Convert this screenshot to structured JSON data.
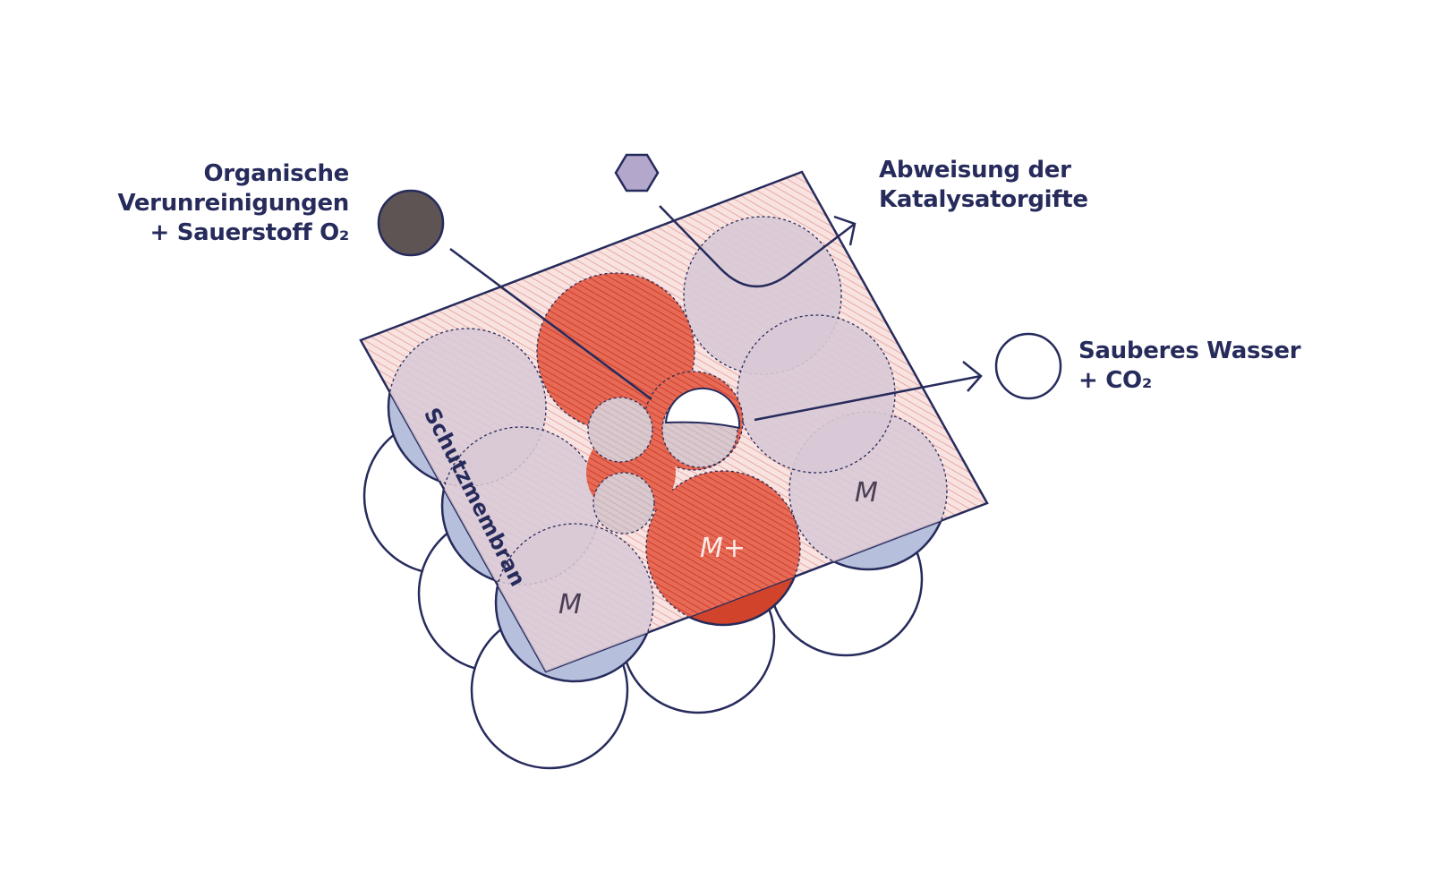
{
  "labels": {
    "input_line1": "Organische",
    "input_line2": "Verunreinigungen",
    "input_line3": "+ Sauerstoff O₂",
    "rejection_line1": "Abweisung der",
    "rejection_line2": "Katalysatorgifte",
    "output_line1": "Sauberes Wasser",
    "output_line2": "+ CO₂",
    "membrane": "Schutzmembran",
    "metal_small": "M",
    "metal_ion": "M+"
  },
  "icons": {
    "input": "organic-impurity-circle",
    "poison": "catalyst-poison-hexagon",
    "output": "clean-water-circle"
  },
  "colors": {
    "navy": "#262b5c",
    "blue_particle": "#b6bfdc",
    "membrane_pink": "#f1d4d2",
    "active_red": "#e05a46",
    "dark_red": "#d2432c",
    "impurity_brown": "#5e5454",
    "poison_lilac": "#b3a7cc"
  }
}
